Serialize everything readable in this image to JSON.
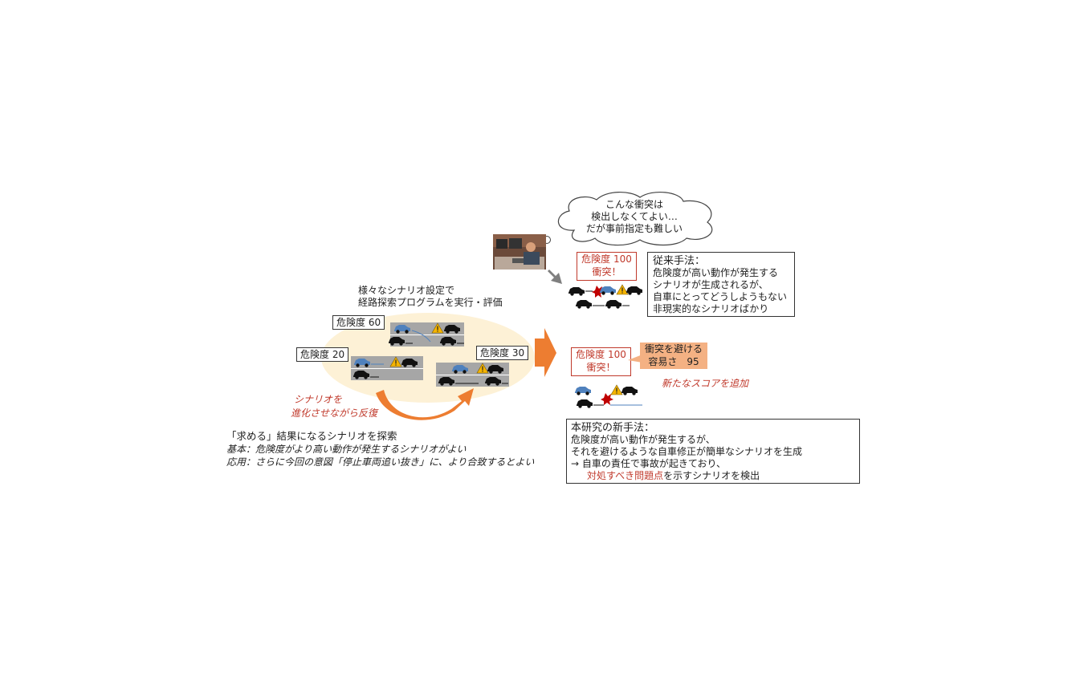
{
  "thought_bubble": {
    "line1": "こんな衝突は",
    "line2": "検出しなくてよい…",
    "line3": "だが事前指定も難しい"
  },
  "left": {
    "caption_line1": "様々なシナリオ設定で",
    "caption_line2": "経路探索プログラムを実行・評価",
    "risk_60": "危険度 60",
    "risk_20": "危険度 20",
    "risk_30": "危険度 30",
    "evolve_line1": "シナリオを",
    "evolve_line2": "進化させながら反復"
  },
  "bottom_left": {
    "heading": "「求める」結果になるシナリオを探索",
    "line1": "基本：危険度がより高い動作が発生するシナリオがよい",
    "line2": "応用：さらに今回の意図「停止車両追い抜き」に、より合致するとよい"
  },
  "conventional": {
    "risk_line1": "危険度 100",
    "risk_line2": "衝突！",
    "title": "従来手法：",
    "line1": "危険度が高い動作が発生する",
    "line2": "シナリオが生成されるが、",
    "line3": "自車にとってどうしようもない",
    "line4": "非現実的なシナリオばかり"
  },
  "new_method": {
    "risk_line1": "危険度 100",
    "risk_line2": "衝突！",
    "score_line1": "衝突を避ける",
    "score_line2": "容易さ　95",
    "added_note": "新たなスコアを追加",
    "title": "本研究の新手法：",
    "line1": "危険度が高い動作が発生するが、",
    "line2": "それを避けるような自車修正が簡単なシナリオを生成",
    "line3": "→ 自車の責任で事故が起きており、",
    "line4_red": "対処すべき問題点",
    "line4_rest": "を示すシナリオを検出"
  },
  "colors": {
    "orange": "#ed7d31",
    "cream": "#fdf1d6",
    "road": "#a6a6a6",
    "blue_car": "#4f81bd",
    "red_text": "#c0392b",
    "salmon": "#f4b183",
    "gray_arrow": "#7f7f7f"
  }
}
